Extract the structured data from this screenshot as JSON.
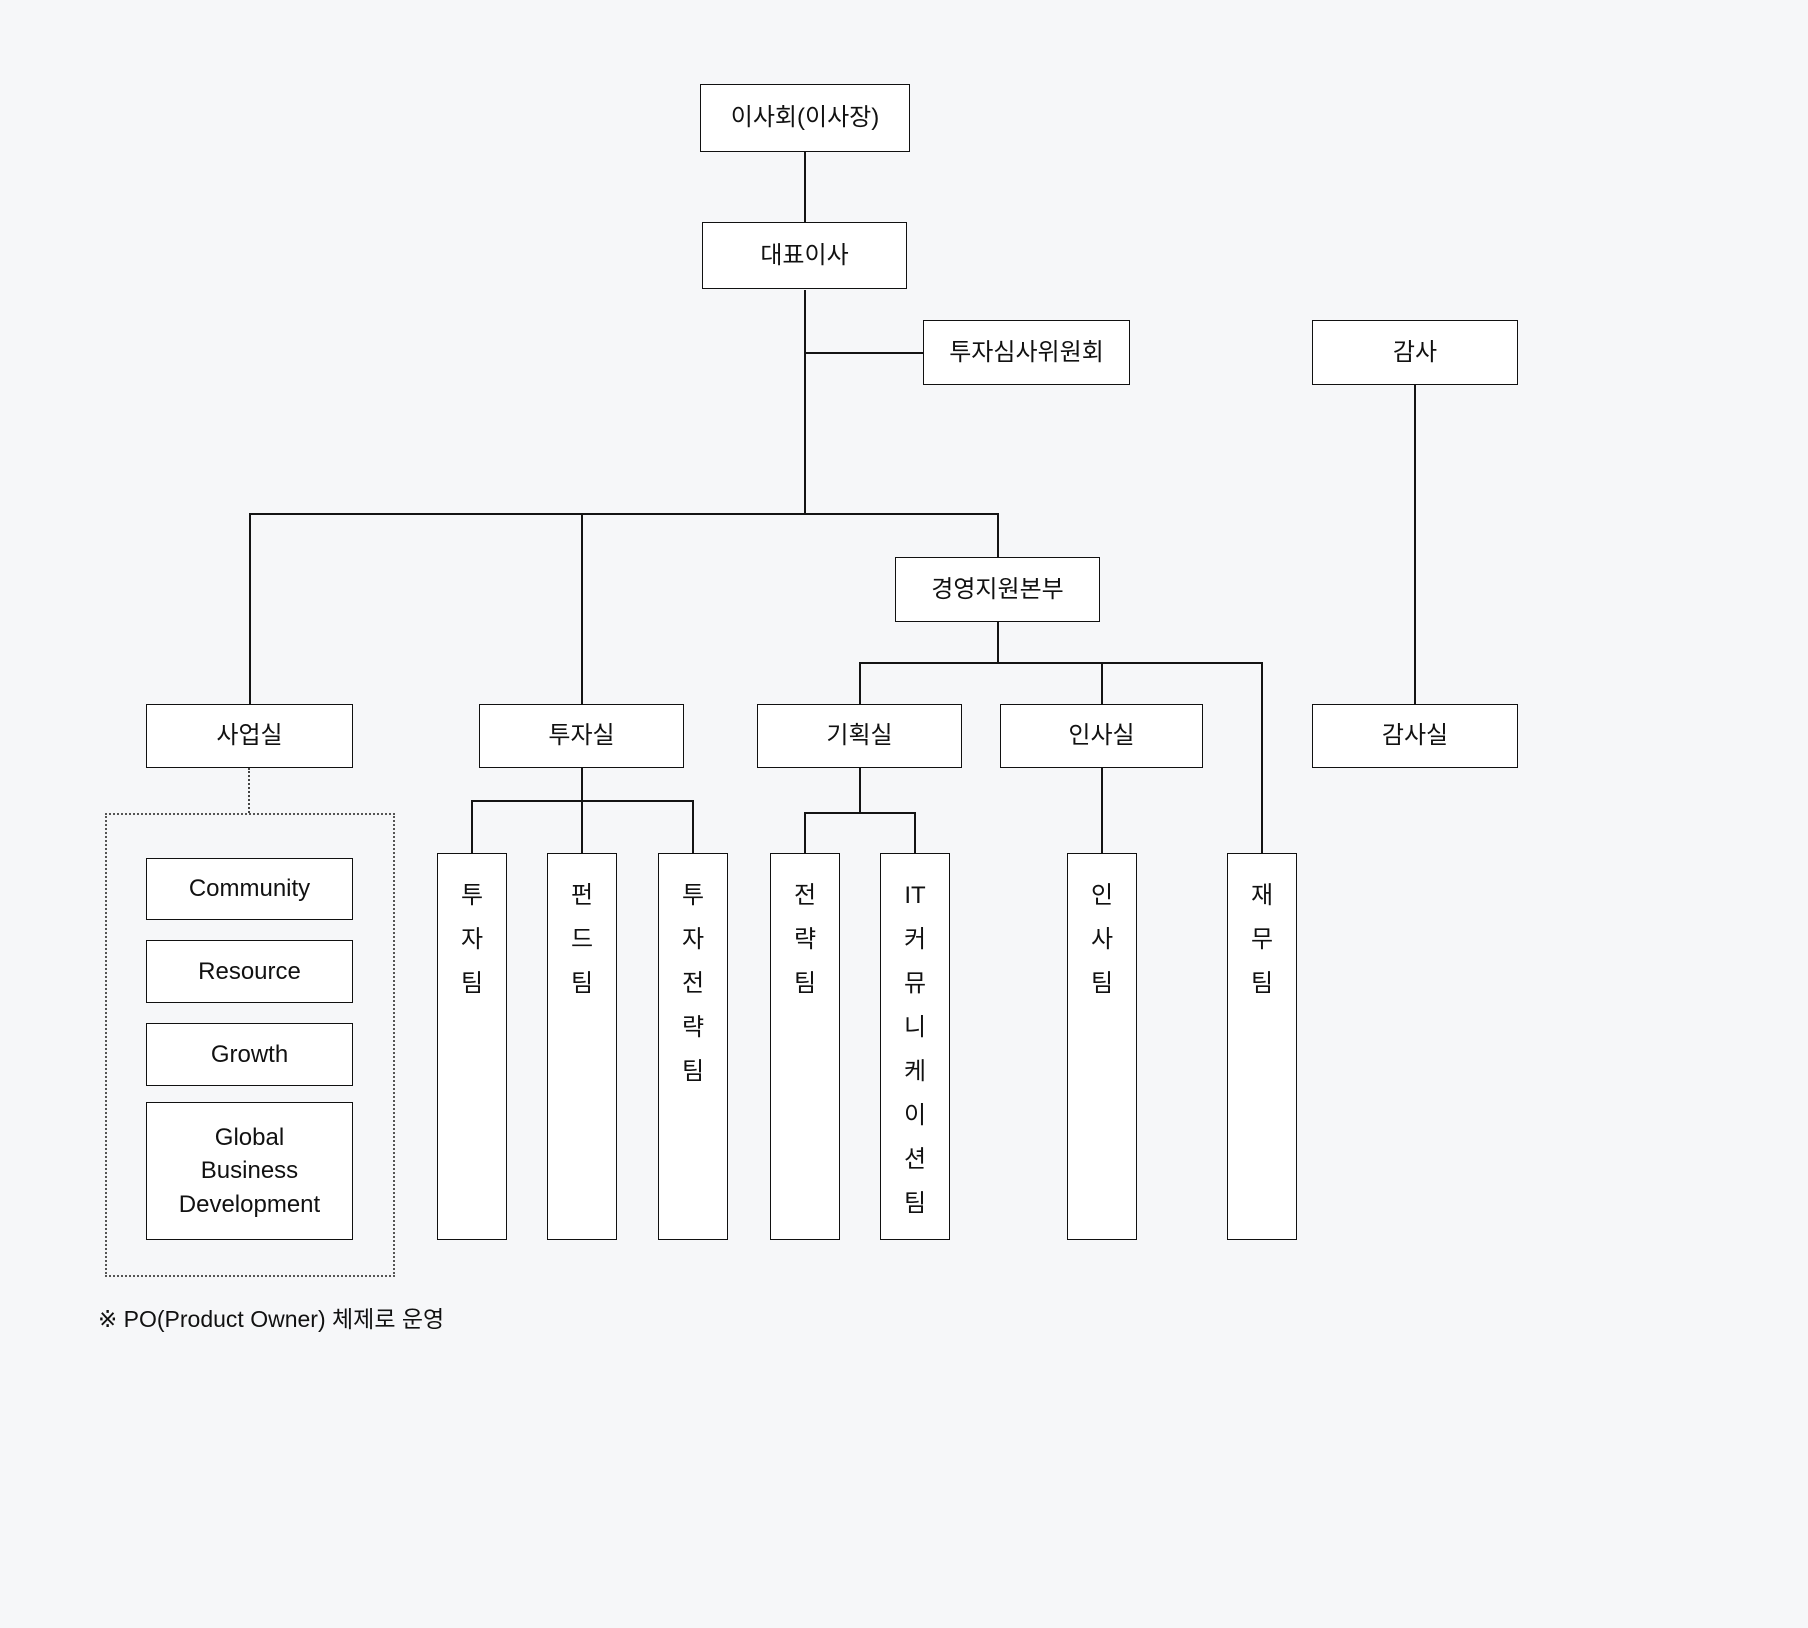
{
  "diagram": {
    "type": "org-chart",
    "footnote": "※ PO(Product Owner) 체제로 운영",
    "colors": {
      "background": "#f6f7f9",
      "box_background": "#ffffff",
      "border": "#111111",
      "line": "#141414",
      "text": "#111111"
    },
    "nodes": {
      "board": {
        "label": "이사회(이사장)"
      },
      "ceo": {
        "label": "대표이사"
      },
      "investment_committee": {
        "label": "투자심사위원회"
      },
      "auditor": {
        "label": "감사"
      },
      "management_support_hq": {
        "label": "경영지원본부"
      },
      "business_office": {
        "label": "사업실"
      },
      "investment_office": {
        "label": "투자실"
      },
      "planning_office": {
        "label": "기획실"
      },
      "hr_office": {
        "label": "인사실"
      },
      "audit_office": {
        "label": "감사실"
      },
      "investment_team": {
        "label": "투\n자\n팀"
      },
      "fund_team": {
        "label": "펀\n드\n팀"
      },
      "investment_strategy_team": {
        "label": "투\n자\n전\n략\n팀"
      },
      "strategy_team": {
        "label": "전\n략\n팀"
      },
      "it_communication_team": {
        "label": "IT\n커\n뮤\n니\n케\n이\n션\n팀"
      },
      "hr_team": {
        "label": "인\n사\n팀"
      },
      "finance_team": {
        "label": "재\n무\n팀"
      },
      "community": {
        "label": "Community"
      },
      "resource": {
        "label": "Resource"
      },
      "growth": {
        "label": "Growth"
      },
      "global_business_development": {
        "label": "Global\nBusiness\nDevelopment"
      }
    },
    "edges": [
      [
        "board",
        "ceo"
      ],
      [
        "ceo",
        "investment_committee"
      ],
      [
        "ceo",
        "business_office"
      ],
      [
        "ceo",
        "investment_office"
      ],
      [
        "ceo",
        "management_support_hq"
      ],
      [
        "management_support_hq",
        "planning_office"
      ],
      [
        "management_support_hq",
        "hr_office"
      ],
      [
        "management_support_hq",
        "finance_team"
      ],
      [
        "business_office",
        "po_group"
      ],
      [
        "po_group",
        "community"
      ],
      [
        "po_group",
        "resource"
      ],
      [
        "po_group",
        "growth"
      ],
      [
        "po_group",
        "global_business_development"
      ],
      [
        "investment_office",
        "investment_team"
      ],
      [
        "investment_office",
        "fund_team"
      ],
      [
        "investment_office",
        "investment_strategy_team"
      ],
      [
        "planning_office",
        "strategy_team"
      ],
      [
        "planning_office",
        "it_communication_team"
      ],
      [
        "hr_office",
        "hr_team"
      ],
      [
        "auditor",
        "audit_office"
      ]
    ]
  }
}
